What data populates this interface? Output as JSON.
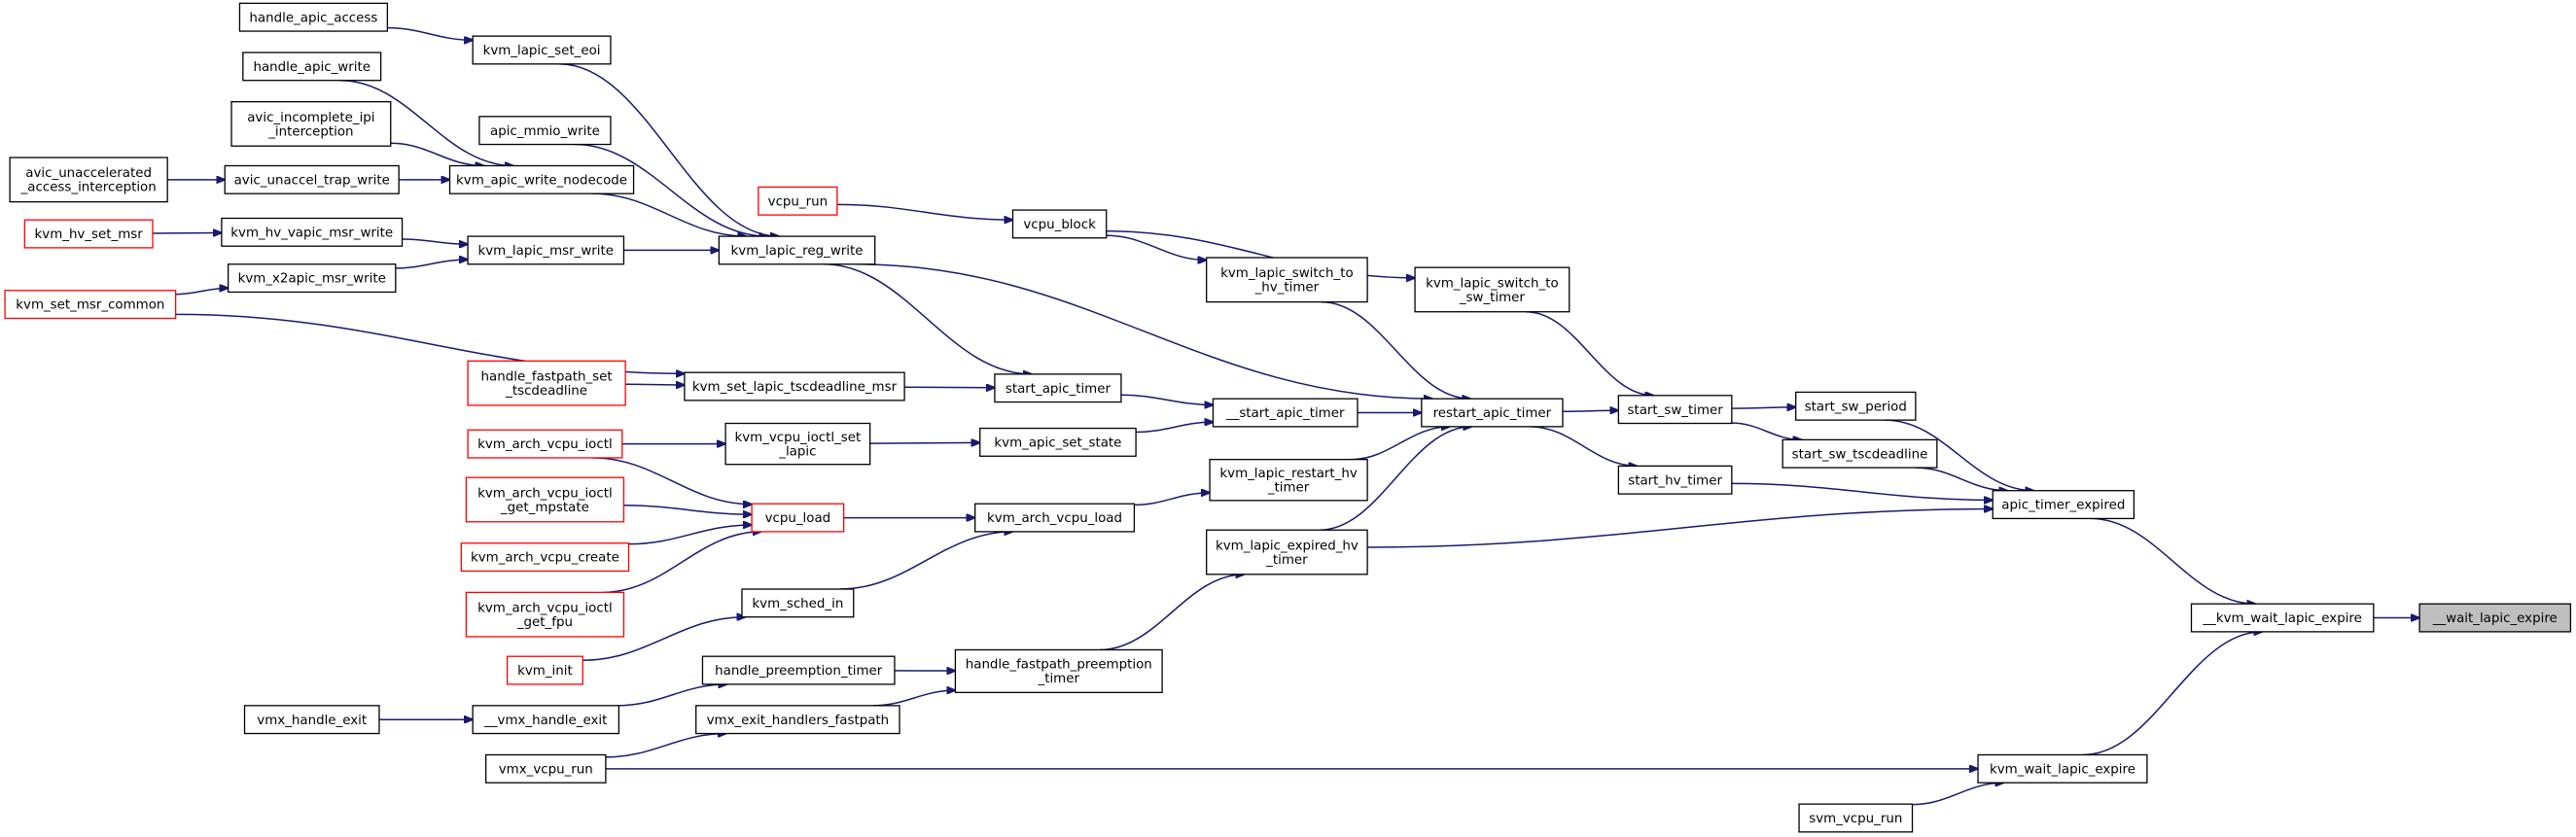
{
  "colors": {
    "edge": "#191970",
    "node_border": "#000000",
    "unresolved_border": "#ff0000",
    "root_fill": "#bfbfbf"
  },
  "nodes": [
    {
      "id": "handle_apic_access",
      "label": [
        "handle_apic_access"
      ],
      "style": "normal"
    },
    {
      "id": "kvm_lapic_set_eoi",
      "label": [
        "kvm_lapic_set_eoi"
      ],
      "style": "normal"
    },
    {
      "id": "handle_apic_write",
      "label": [
        "handle_apic_write"
      ],
      "style": "normal"
    },
    {
      "id": "avic_incomplete_ipi",
      "label": [
        "avic_incomplete_ipi",
        "_interception"
      ],
      "style": "normal"
    },
    {
      "id": "apic_mmio_write",
      "label": [
        "apic_mmio_write"
      ],
      "style": "normal"
    },
    {
      "id": "avic_unaccelerated",
      "label": [
        "avic_unaccelerated",
        "_access_interception"
      ],
      "style": "normal"
    },
    {
      "id": "avic_unaccel_trap_write",
      "label": [
        "avic_unaccel_trap_write"
      ],
      "style": "normal"
    },
    {
      "id": "kvm_apic_write_nodecode",
      "label": [
        "kvm_apic_write_nodecode"
      ],
      "style": "normal"
    },
    {
      "id": "vcpu_run",
      "label": [
        "vcpu_run"
      ],
      "style": "red"
    },
    {
      "id": "vcpu_block",
      "label": [
        "vcpu_block"
      ],
      "style": "normal"
    },
    {
      "id": "kvm_hv_set_msr",
      "label": [
        "kvm_hv_set_msr"
      ],
      "style": "red"
    },
    {
      "id": "kvm_hv_vapic_msr_write",
      "label": [
        "kvm_hv_vapic_msr_write"
      ],
      "style": "normal"
    },
    {
      "id": "kvm_lapic_msr_write",
      "label": [
        "kvm_lapic_msr_write"
      ],
      "style": "normal"
    },
    {
      "id": "kvm_lapic_reg_write",
      "label": [
        "kvm_lapic_reg_write"
      ],
      "style": "normal"
    },
    {
      "id": "kvm_lapic_switch_to_hv_timer",
      "label": [
        "kvm_lapic_switch_to",
        "_hv_timer"
      ],
      "style": "normal"
    },
    {
      "id": "kvm_lapic_switch_to_sw_timer",
      "label": [
        "kvm_lapic_switch_to",
        "_sw_timer"
      ],
      "style": "normal"
    },
    {
      "id": "kvm_x2apic_msr_write",
      "label": [
        "kvm_x2apic_msr_write"
      ],
      "style": "normal"
    },
    {
      "id": "kvm_set_msr_common",
      "label": [
        "kvm_set_msr_common"
      ],
      "style": "red"
    },
    {
      "id": "handle_fastpath_set_tscdeadline",
      "label": [
        "handle_fastpath_set",
        "_tscdeadline"
      ],
      "style": "red"
    },
    {
      "id": "kvm_set_lapic_tscdeadline_msr",
      "label": [
        "kvm_set_lapic_tscdeadline_msr"
      ],
      "style": "normal"
    },
    {
      "id": "start_apic_timer",
      "label": [
        "start_apic_timer"
      ],
      "style": "normal"
    },
    {
      "id": "__start_apic_timer",
      "label": [
        "__start_apic_timer"
      ],
      "style": "normal"
    },
    {
      "id": "restart_apic_timer",
      "label": [
        "restart_apic_timer"
      ],
      "style": "normal"
    },
    {
      "id": "start_sw_timer",
      "label": [
        "start_sw_timer"
      ],
      "style": "normal"
    },
    {
      "id": "start_sw_period",
      "label": [
        "start_sw_period"
      ],
      "style": "normal"
    },
    {
      "id": "start_sw_tscdeadline",
      "label": [
        "start_sw_tscdeadline"
      ],
      "style": "normal"
    },
    {
      "id": "kvm_arch_vcpu_ioctl",
      "label": [
        "kvm_arch_vcpu_ioctl"
      ],
      "style": "red"
    },
    {
      "id": "kvm_vcpu_ioctl_set_lapic",
      "label": [
        "kvm_vcpu_ioctl_set",
        "_lapic"
      ],
      "style": "normal"
    },
    {
      "id": "kvm_apic_set_state",
      "label": [
        "kvm_apic_set_state"
      ],
      "style": "normal"
    },
    {
      "id": "kvm_lapic_restart_hv_timer",
      "label": [
        "kvm_lapic_restart_hv",
        "_timer"
      ],
      "style": "normal"
    },
    {
      "id": "start_hv_timer",
      "label": [
        "start_hv_timer"
      ],
      "style": "normal"
    },
    {
      "id": "kvm_arch_vcpu_ioctl_get_mpstate",
      "label": [
        "kvm_arch_vcpu_ioctl",
        "_get_mpstate"
      ],
      "style": "red"
    },
    {
      "id": "vcpu_load",
      "label": [
        "vcpu_load"
      ],
      "style": "red"
    },
    {
      "id": "kvm_arch_vcpu_load",
      "label": [
        "kvm_arch_vcpu_load"
      ],
      "style": "normal"
    },
    {
      "id": "apic_timer_expired",
      "label": [
        "apic_timer_expired"
      ],
      "style": "normal"
    },
    {
      "id": "kvm_arch_vcpu_create",
      "label": [
        "kvm_arch_vcpu_create"
      ],
      "style": "red"
    },
    {
      "id": "kvm_lapic_expired_hv_timer",
      "label": [
        "kvm_lapic_expired_hv",
        "_timer"
      ],
      "style": "normal"
    },
    {
      "id": "kvm_arch_vcpu_ioctl_get_fpu",
      "label": [
        "kvm_arch_vcpu_ioctl",
        "_get_fpu"
      ],
      "style": "red"
    },
    {
      "id": "kvm_sched_in",
      "label": [
        "kvm_sched_in"
      ],
      "style": "normal"
    },
    {
      "id": "__kvm_wait_lapic_expire",
      "label": [
        "__kvm_wait_lapic_expire"
      ],
      "style": "normal"
    },
    {
      "id": "__wait_lapic_expire",
      "label": [
        "__wait_lapic_expire"
      ],
      "style": "root"
    },
    {
      "id": "kvm_init",
      "label": [
        "kvm_init"
      ],
      "style": "red"
    },
    {
      "id": "handle_preemption_timer",
      "label": [
        "handle_preemption_timer"
      ],
      "style": "normal"
    },
    {
      "id": "handle_fastpath_preemption_timer",
      "label": [
        "handle_fastpath_preemption",
        "_timer"
      ],
      "style": "normal"
    },
    {
      "id": "vmx_handle_exit",
      "label": [
        "vmx_handle_exit"
      ],
      "style": "normal"
    },
    {
      "id": "__vmx_handle_exit",
      "label": [
        "__vmx_handle_exit"
      ],
      "style": "normal"
    },
    {
      "id": "vmx_exit_handlers_fastpath",
      "label": [
        "vmx_exit_handlers_fastpath"
      ],
      "style": "normal"
    },
    {
      "id": "vmx_vcpu_run",
      "label": [
        "vmx_vcpu_run"
      ],
      "style": "normal"
    },
    {
      "id": "kvm_wait_lapic_expire",
      "label": [
        "kvm_wait_lapic_expire"
      ],
      "style": "normal"
    },
    {
      "id": "svm_vcpu_run",
      "label": [
        "svm_vcpu_run"
      ],
      "style": "normal"
    }
  ],
  "edges": [
    [
      "handle_apic_access",
      "kvm_lapic_set_eoi"
    ],
    [
      "kvm_lapic_set_eoi",
      "kvm_lapic_reg_write"
    ],
    [
      "handle_apic_write",
      "kvm_apic_write_nodecode"
    ],
    [
      "avic_incomplete_ipi",
      "kvm_apic_write_nodecode"
    ],
    [
      "apic_mmio_write",
      "kvm_lapic_reg_write"
    ],
    [
      "avic_unaccelerated",
      "avic_unaccel_trap_write"
    ],
    [
      "avic_unaccel_trap_write",
      "kvm_apic_write_nodecode"
    ],
    [
      "kvm_apic_write_nodecode",
      "kvm_lapic_reg_write"
    ],
    [
      "vcpu_run",
      "vcpu_block"
    ],
    [
      "vcpu_block",
      "kvm_lapic_switch_to_hv_timer"
    ],
    [
      "vcpu_block",
      "kvm_lapic_switch_to_sw_timer"
    ],
    [
      "kvm_hv_set_msr",
      "kvm_hv_vapic_msr_write"
    ],
    [
      "kvm_hv_vapic_msr_write",
      "kvm_lapic_msr_write"
    ],
    [
      "kvm_x2apic_msr_write",
      "kvm_lapic_msr_write"
    ],
    [
      "kvm_set_msr_common",
      "kvm_x2apic_msr_write"
    ],
    [
      "kvm_lapic_msr_write",
      "kvm_lapic_reg_write"
    ],
    [
      "kvm_lapic_reg_write",
      "start_apic_timer"
    ],
    [
      "kvm_lapic_reg_write",
      "restart_apic_timer"
    ],
    [
      "kvm_set_msr_common",
      "kvm_set_lapic_tscdeadline_msr"
    ],
    [
      "handle_fastpath_set_tscdeadline",
      "kvm_set_lapic_tscdeadline_msr"
    ],
    [
      "kvm_set_lapic_tscdeadline_msr",
      "start_apic_timer"
    ],
    [
      "start_apic_timer",
      "__start_apic_timer"
    ],
    [
      "kvm_apic_set_state",
      "__start_apic_timer"
    ],
    [
      "__start_apic_timer",
      "restart_apic_timer"
    ],
    [
      "kvm_lapic_switch_to_hv_timer",
      "restart_apic_timer"
    ],
    [
      "kvm_lapic_switch_to_sw_timer",
      "start_sw_timer"
    ],
    [
      "kvm_lapic_restart_hv_timer",
      "restart_apic_timer"
    ],
    [
      "kvm_lapic_expired_hv_timer",
      "restart_apic_timer"
    ],
    [
      "restart_apic_timer",
      "start_sw_timer"
    ],
    [
      "restart_apic_timer",
      "start_hv_timer"
    ],
    [
      "start_sw_timer",
      "start_sw_period"
    ],
    [
      "start_sw_timer",
      "start_sw_tscdeadline"
    ],
    [
      "start_sw_period",
      "apic_timer_expired"
    ],
    [
      "start_sw_tscdeadline",
      "apic_timer_expired"
    ],
    [
      "start_hv_timer",
      "apic_timer_expired"
    ],
    [
      "kvm_lapic_expired_hv_timer",
      "apic_timer_expired"
    ],
    [
      "apic_timer_expired",
      "__kvm_wait_lapic_expire"
    ],
    [
      "__kvm_wait_lapic_expire",
      "__wait_lapic_expire"
    ],
    [
      "kvm_arch_vcpu_ioctl",
      "kvm_vcpu_ioctl_set_lapic"
    ],
    [
      "kvm_vcpu_ioctl_set_lapic",
      "kvm_apic_set_state"
    ],
    [
      "kvm_arch_vcpu_ioctl",
      "vcpu_load"
    ],
    [
      "kvm_arch_vcpu_ioctl_get_mpstate",
      "vcpu_load"
    ],
    [
      "kvm_arch_vcpu_create",
      "vcpu_load"
    ],
    [
      "kvm_arch_vcpu_ioctl_get_fpu",
      "vcpu_load"
    ],
    [
      "vcpu_load",
      "kvm_arch_vcpu_load"
    ],
    [
      "kvm_sched_in",
      "kvm_arch_vcpu_load"
    ],
    [
      "kvm_init",
      "kvm_sched_in"
    ],
    [
      "kvm_arch_vcpu_load",
      "kvm_lapic_restart_hv_timer"
    ],
    [
      "handle_fastpath_preemption_timer",
      "kvm_lapic_expired_hv_timer"
    ],
    [
      "handle_preemption_timer",
      "handle_fastpath_preemption_timer"
    ],
    [
      "vmx_exit_handlers_fastpath",
      "handle_fastpath_preemption_timer"
    ],
    [
      "vmx_handle_exit",
      "__vmx_handle_exit"
    ],
    [
      "__vmx_handle_exit",
      "handle_preemption_timer"
    ],
    [
      "vmx_vcpu_run",
      "vmx_exit_handlers_fastpath"
    ],
    [
      "vmx_vcpu_run",
      "kvm_wait_lapic_expire"
    ],
    [
      "svm_vcpu_run",
      "kvm_wait_lapic_expire"
    ],
    [
      "kvm_wait_lapic_expire",
      "__kvm_wait_lapic_expire"
    ]
  ]
}
